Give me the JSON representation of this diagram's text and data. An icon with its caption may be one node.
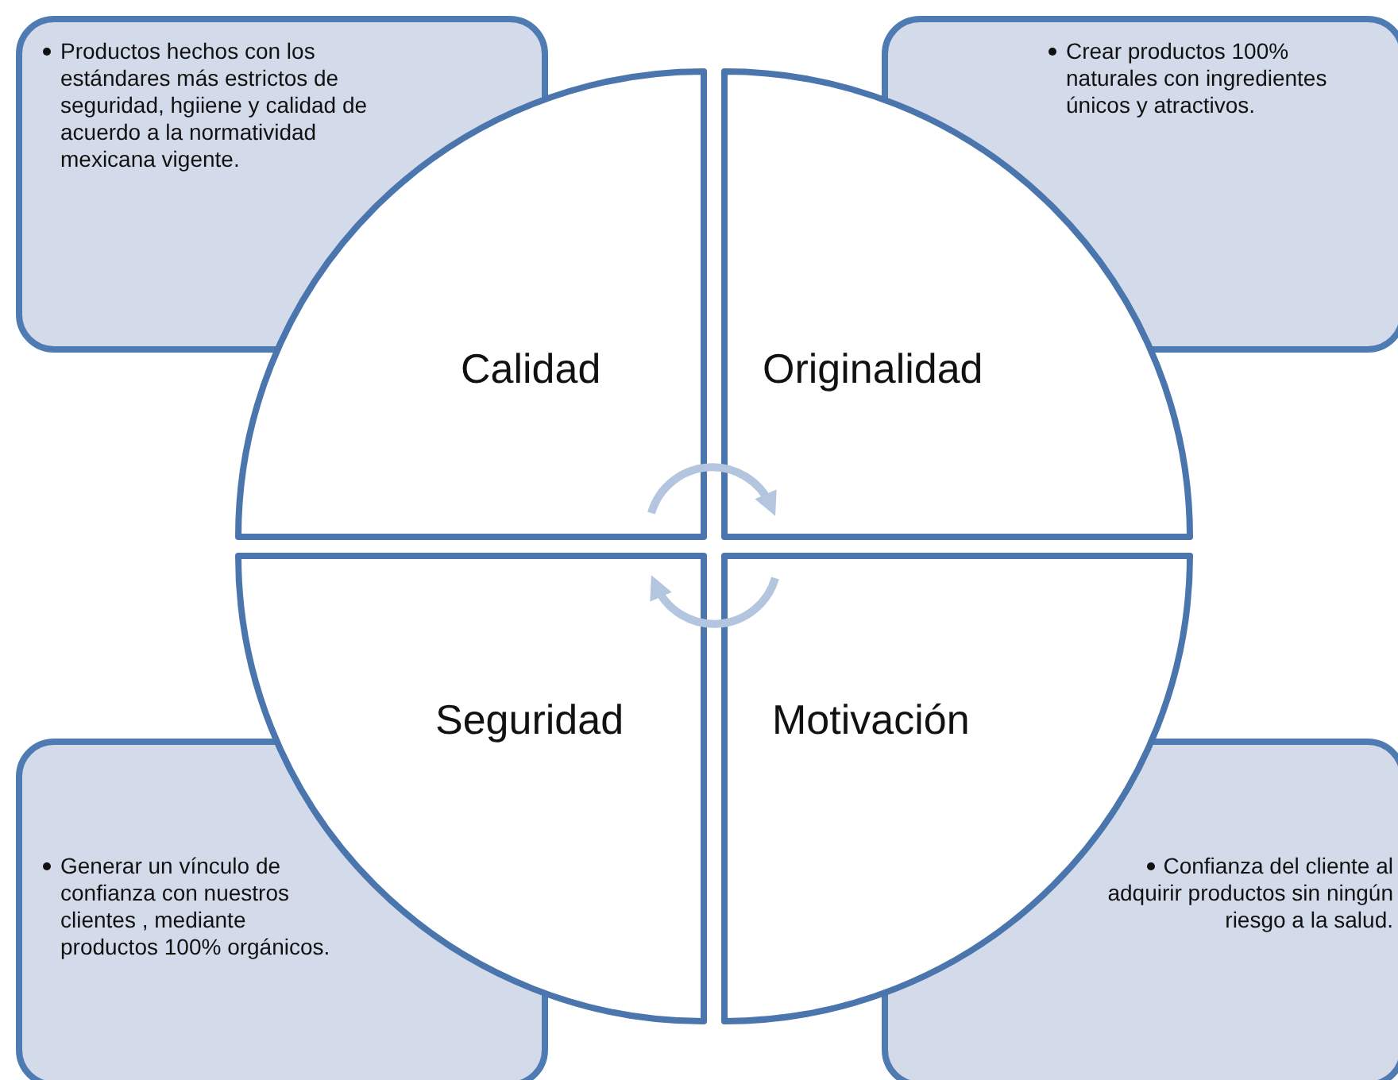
{
  "diagram": {
    "nodes": [
      {
        "text": [
          "Productos hechos con los estándares más estrictos de seguridad, hgiiene y calidad de acuerdo a la normatividad mexicana vigente."
        ]
      },
      {
        "text": [
          "Crear productos 100% naturales con ingredientes únicos y atractivos."
        ]
      },
      {
        "text": [
          "Calidad"
        ]
      },
      {
        "text": [
          "Originalidad"
        ]
      },
      {
        "text": [
          "Seguridad"
        ]
      },
      {
        "text": [
          "Motivación"
        ]
      },
      {
        "text": [
          "Generar un vínculo de confianza con nuestros clientes , mediante productos 100% orgánicos."
        ]
      },
      {
        "text": [
          "Confianza del cliente al adquirir productos sin ningún riesgo a la salud."
        ]
      }
    ],
    "edges": [
      {
        "from": 2,
        "to": 3,
        "arrow": "to"
      },
      {
        "from": 5,
        "to": 4,
        "arrow": "to"
      }
    ]
  }
}
